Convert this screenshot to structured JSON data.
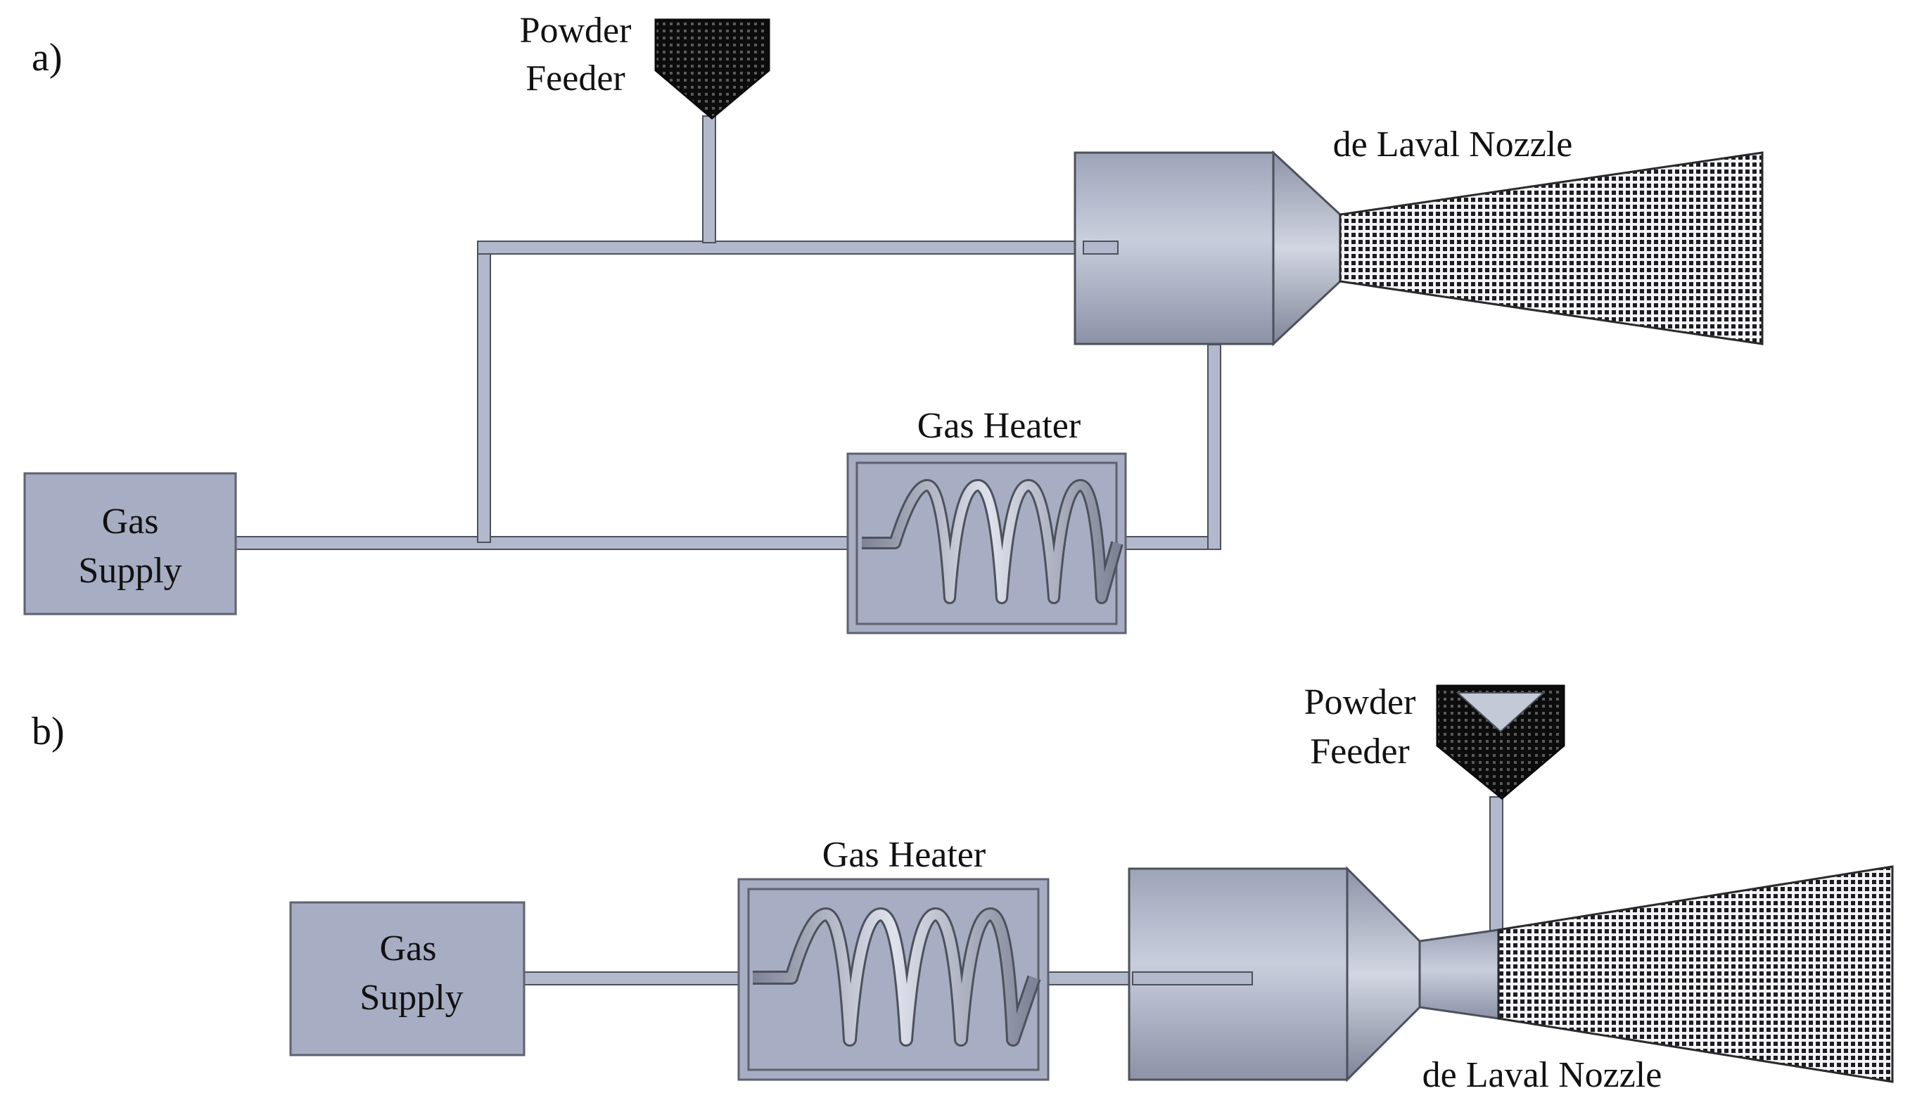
{
  "panels": {
    "a": {
      "label": "a)",
      "gas_supply": [
        "Gas",
        "Supply"
      ],
      "gas_heater": "Gas Heater",
      "powder_feeder": [
        "Powder",
        "Feeder"
      ],
      "nozzle": "de Laval Nozzle"
    },
    "b": {
      "label": "b)",
      "gas_supply": [
        "Gas",
        "Supply"
      ],
      "gas_heater": "Gas Heater",
      "powder_feeder": [
        "Powder",
        "Feeder"
      ],
      "nozzle": "de Laval Nozzle"
    }
  },
  "colors": {
    "component_fill": "#a7adc2",
    "pipe_fill": "#b3b9cc",
    "powder_fill": "#1a1a1a",
    "outline": "#4d515c"
  }
}
